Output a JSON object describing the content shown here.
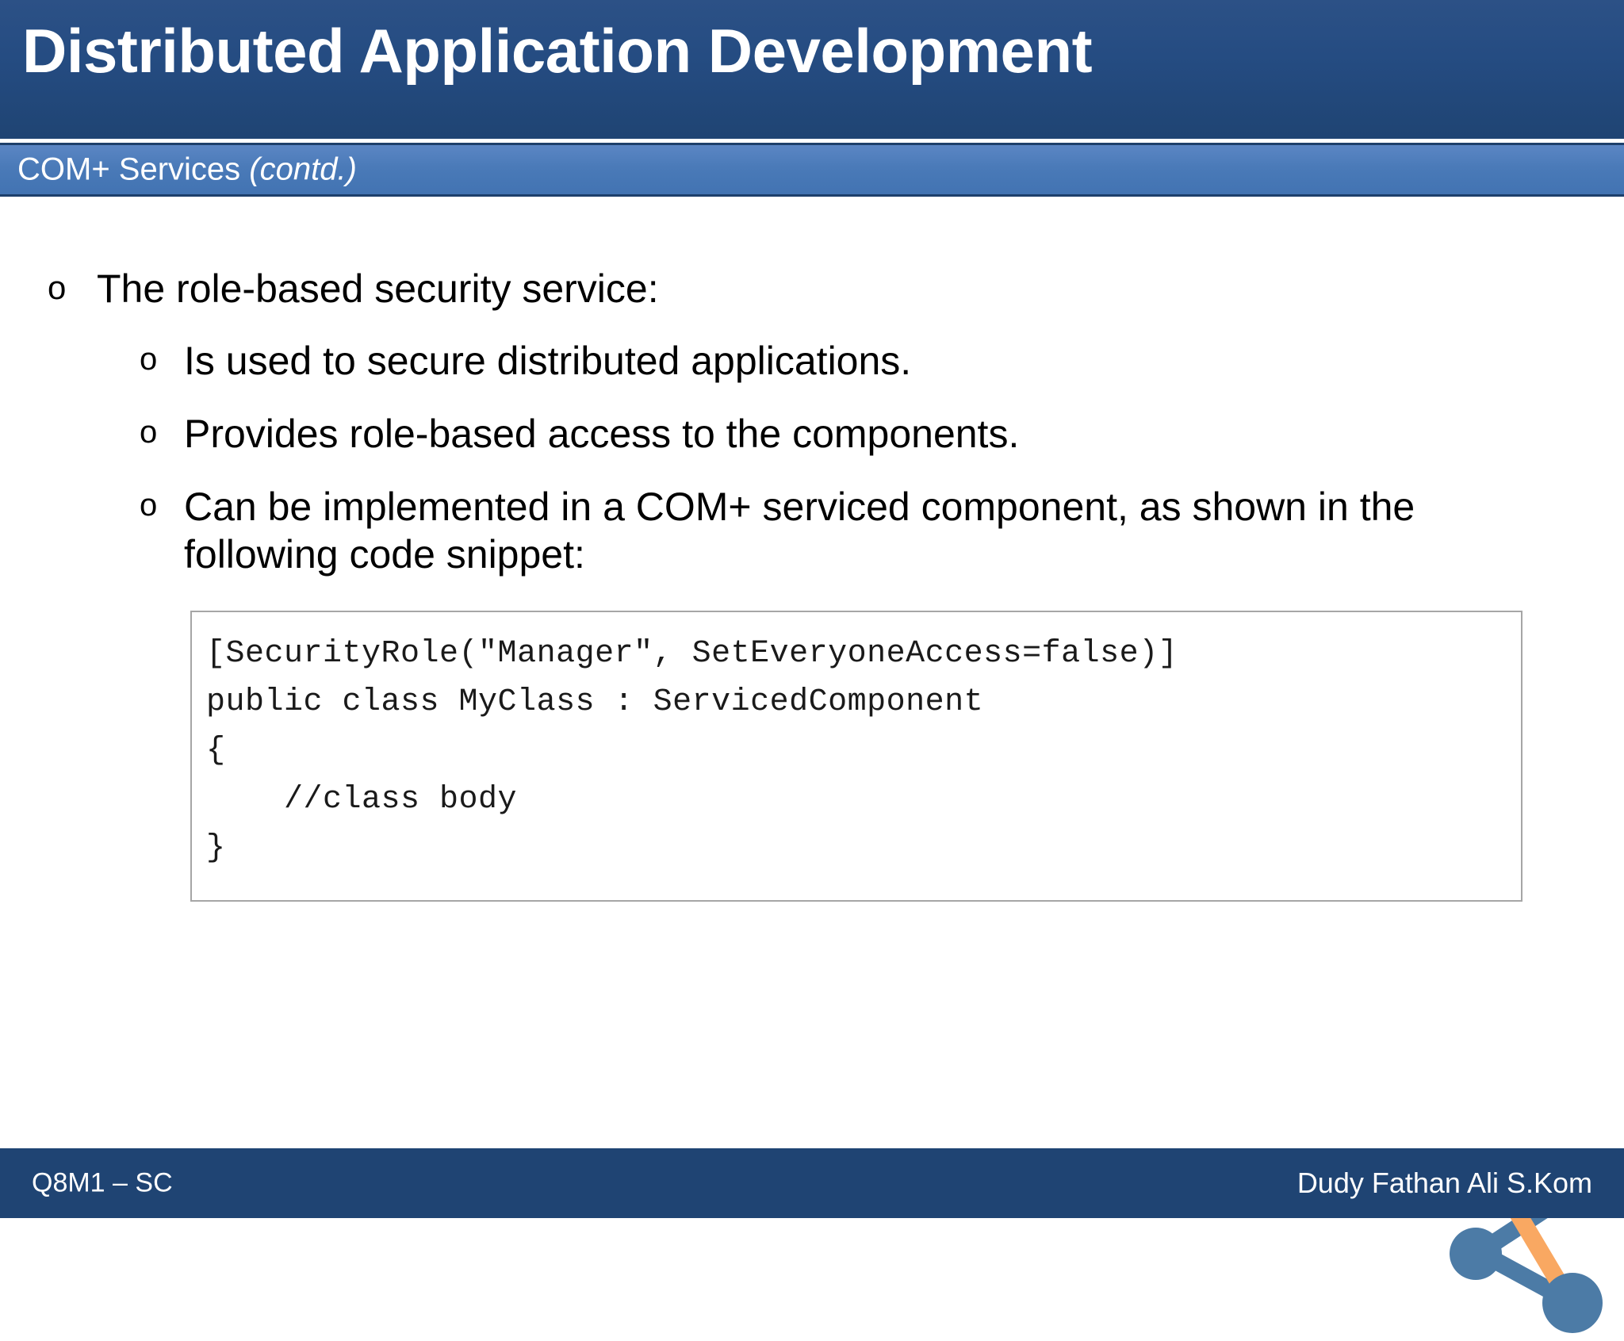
{
  "slide": {
    "title": "Distributed Application Development",
    "subtitle_main": "COM+ Services ",
    "subtitle_italic": "(contd.)"
  },
  "content": {
    "bullet_marker": "o",
    "level1": {
      "text": "The role-based security service:"
    },
    "level2": [
      {
        "text": "Is used to secure distributed applications."
      },
      {
        "text": "Provides role-based access to the components."
      },
      {
        "text": "Can be implemented in a COM+ serviced component, as shown in the following code snippet:"
      }
    ]
  },
  "code_snippet": {
    "lines": [
      "[SecurityRole(\"Manager\", SetEveryoneAccess=false)]",
      "public class MyClass : ServicedComponent",
      "{",
      "    //class body",
      "}"
    ]
  },
  "footer": {
    "left": "Q8M1 – SC",
    "right": "Dudy Fathan Ali S.Kom"
  },
  "colors": {
    "title_band": "#254c82",
    "subtitle_band": "#4a7ab8",
    "footer_band": "#1f4473",
    "logo_node_accent": "#f9a862",
    "logo_node_blue": "#4c7ba6",
    "code_border": "#a6a6a6"
  }
}
